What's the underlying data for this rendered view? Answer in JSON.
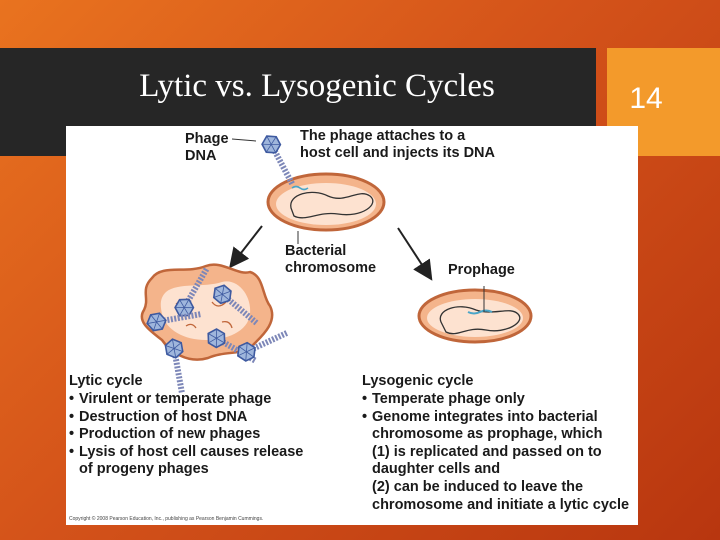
{
  "slide": {
    "title": "Lytic vs. Lysogenic Cycles",
    "number": "14",
    "colors": {
      "background": "#d4531a",
      "title_bar": "#262626",
      "number_box": "#f39a2b"
    }
  },
  "figure": {
    "phage_dna_label": "Phage\nDNA",
    "attach_label": "The phage attaches to a\nhost cell and injects its DNA",
    "bacterial_chromosome_label": "Bacterial\nchromosome",
    "prophage_label": "Prophage",
    "lytic": {
      "heading": "Lytic cycle",
      "items": [
        "Virulent or temperate phage",
        "Destruction of host DNA",
        "Production of new phages",
        "Lysis of host cell causes release\nof progeny phages"
      ]
    },
    "lysogenic": {
      "heading": "Lysogenic cycle",
      "items": [
        "Temperate phage only",
        "Genome integrates into bacterial\nchromosome as prophage, which\n(1) is replicated and passed on to\ndaughter cells and\n(2) can be induced to leave the\nchromosome and initiate a lytic cycle"
      ]
    },
    "copyright": "Copyright © 2008 Pearson Education, Inc., publishing as Pearson Benjamin Cummings."
  }
}
